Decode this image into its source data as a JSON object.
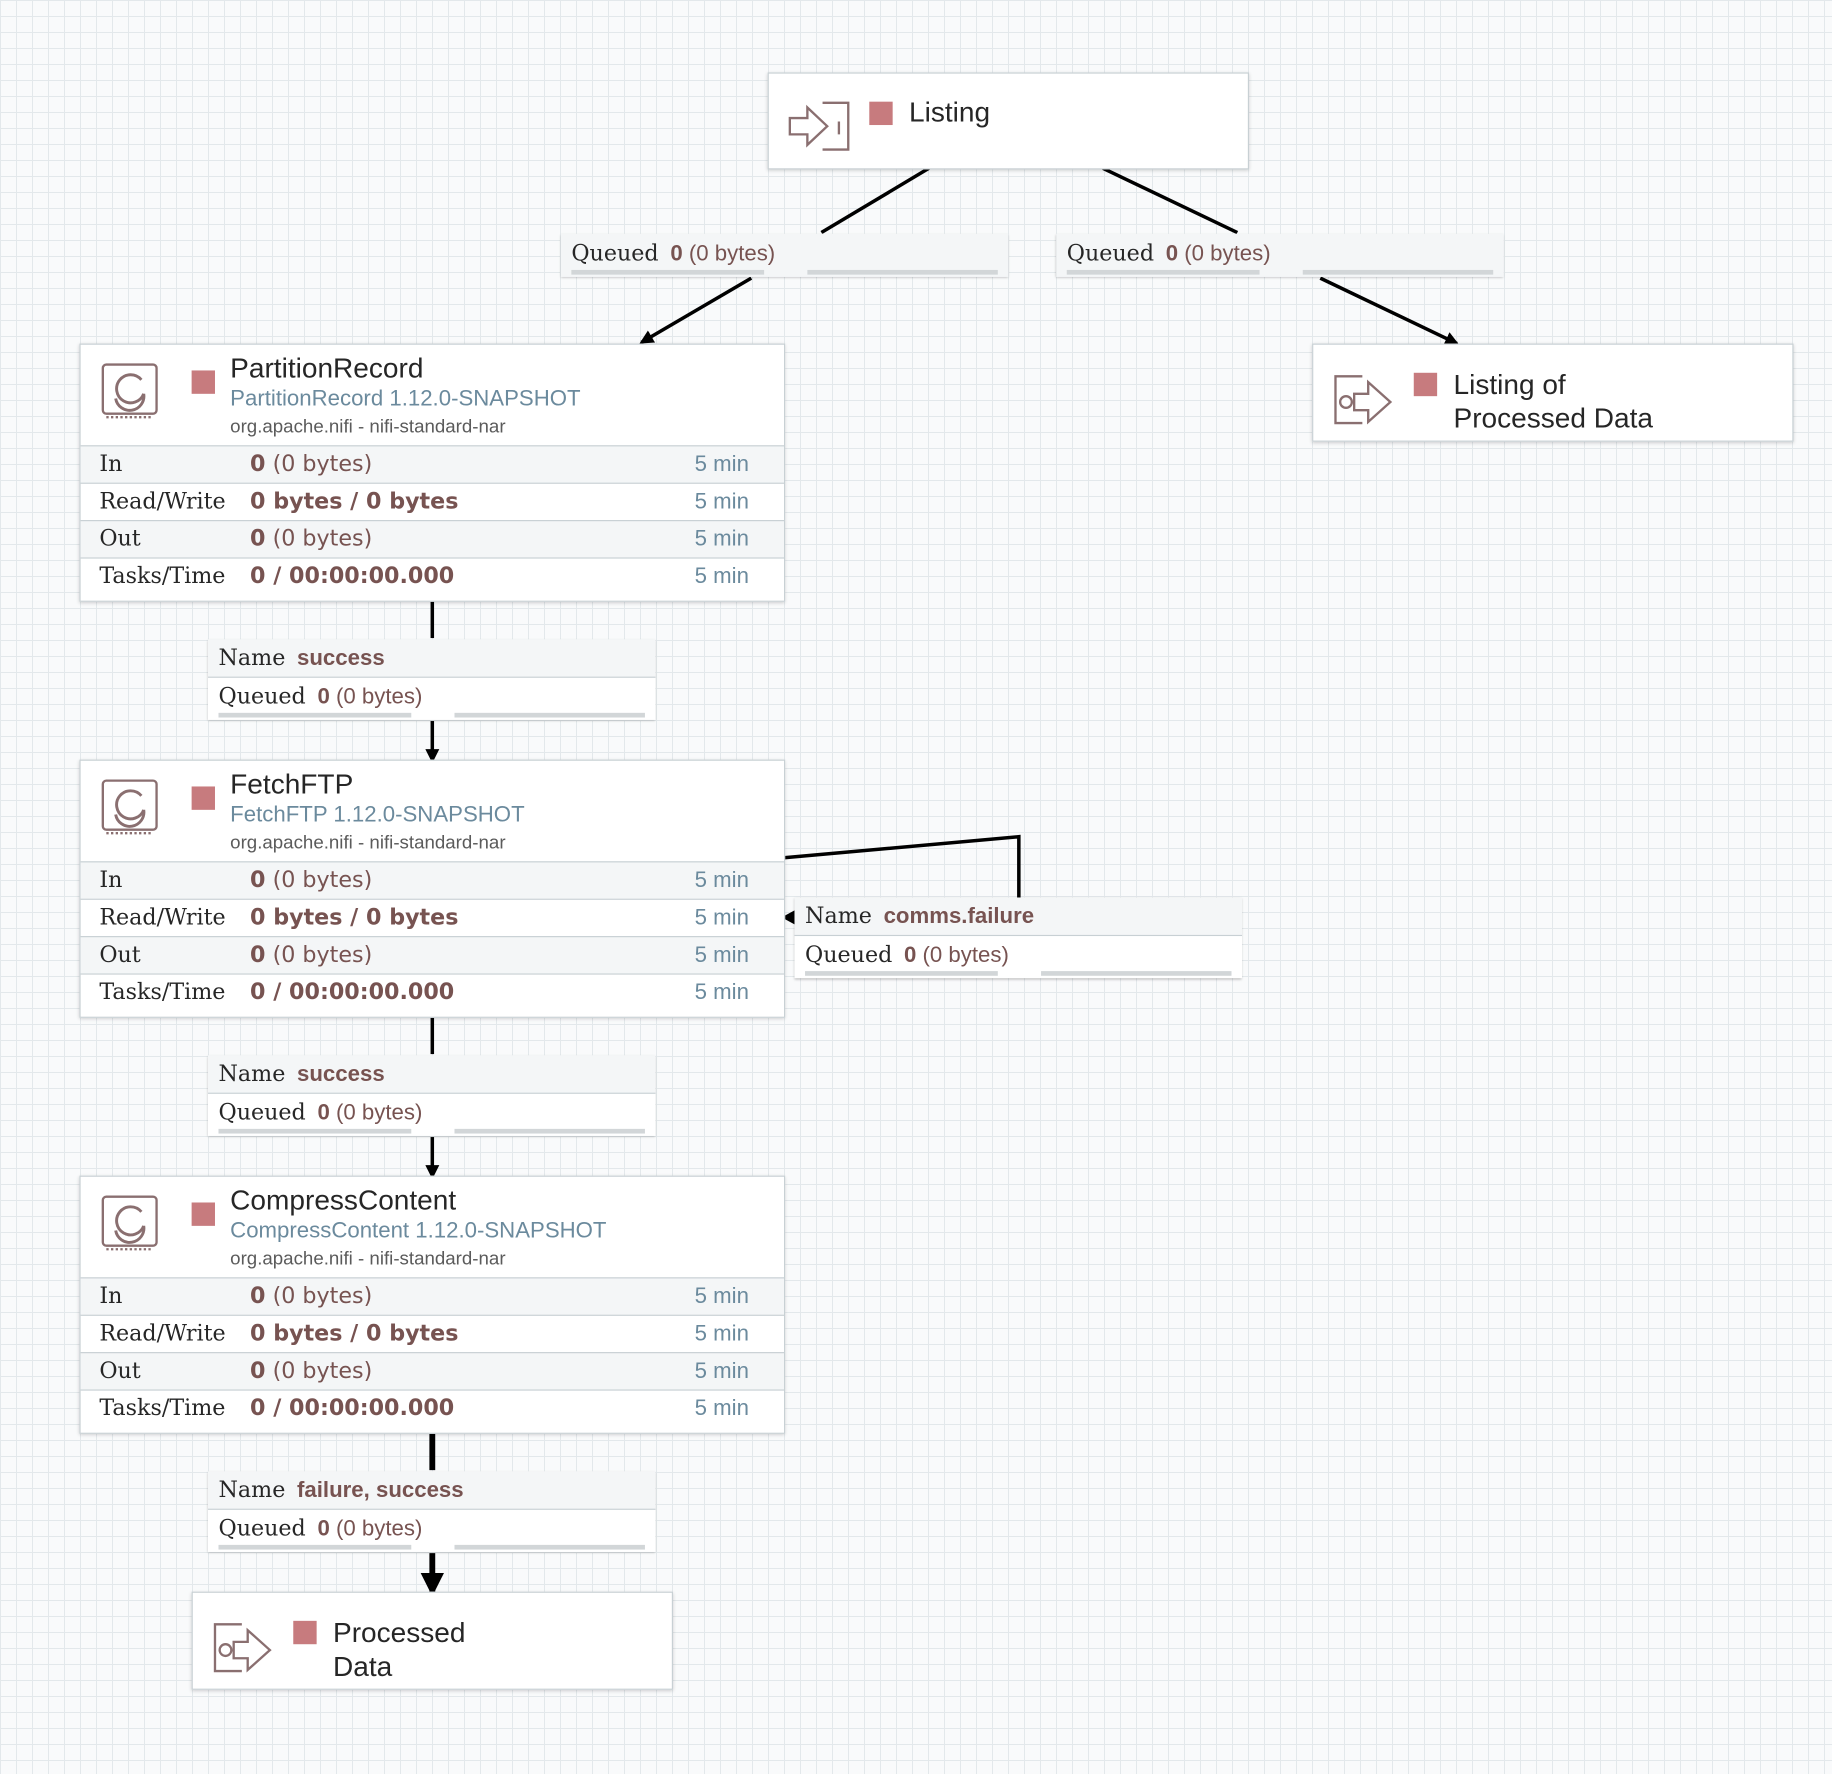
{
  "colors": {
    "stopped": "#c77b7e",
    "accent_text": "#775351",
    "type_text": "#6b8a9d",
    "connection": "#000000"
  },
  "ports": {
    "listing": {
      "name": "Listing",
      "icon": "input-port-icon",
      "status": "stopped-icon"
    },
    "listing_processed": {
      "name_line1": "Listing of",
      "name_line2": "Processed Data",
      "icon": "output-port-icon",
      "status": "stopped-icon"
    },
    "processed": {
      "name_line1": "Processed",
      "name_line2": "Data",
      "icon": "output-port-icon",
      "status": "stopped-icon"
    }
  },
  "stat_labels": {
    "in": "In",
    "rw": "Read/Write",
    "out": "Out",
    "tasks": "Tasks/Time"
  },
  "processors": [
    {
      "name": "PartitionRecord",
      "type": "PartitionRecord 1.12.0-SNAPSHOT",
      "bundle": "org.apache.nifi - nifi-standard-nar",
      "in_count": "0",
      "in_size": "(0 bytes)",
      "in_time": "5 min",
      "rw": "0 bytes / 0 bytes",
      "rw_time": "5 min",
      "out_count": "0",
      "out_size": "(0 bytes)",
      "out_time": "5 min",
      "tasks": "0 / 00:00:00.000",
      "tasks_time": "5 min"
    },
    {
      "name": "FetchFTP",
      "type": "FetchFTP 1.12.0-SNAPSHOT",
      "bundle": "org.apache.nifi - nifi-standard-nar",
      "in_count": "0",
      "in_size": "(0 bytes)",
      "in_time": "5 min",
      "rw": "0 bytes / 0 bytes",
      "rw_time": "5 min",
      "out_count": "0",
      "out_size": "(0 bytes)",
      "out_time": "5 min",
      "tasks": "0 / 00:00:00.000",
      "tasks_time": "5 min"
    },
    {
      "name": "CompressContent",
      "type": "CompressContent 1.12.0-SNAPSHOT",
      "bundle": "org.apache.nifi - nifi-standard-nar",
      "in_count": "0",
      "in_size": "(0 bytes)",
      "in_time": "5 min",
      "rw": "0 bytes / 0 bytes",
      "rw_time": "5 min",
      "out_count": "0",
      "out_size": "(0 bytes)",
      "out_time": "5 min",
      "tasks": "0 / 00:00:00.000",
      "tasks_time": "5 min"
    }
  ],
  "connection_keys": {
    "name": "Name",
    "queued": "Queued"
  },
  "connections": [
    {
      "queued_count": "0",
      "queued_size": "(0 bytes)"
    },
    {
      "queued_count": "0",
      "queued_size": "(0 bytes)"
    },
    {
      "name": "success",
      "queued_count": "0",
      "queued_size": "(0 bytes)"
    },
    {
      "name": "comms.failure",
      "queued_count": "0",
      "queued_size": "(0 bytes)"
    },
    {
      "name": "success",
      "queued_count": "0",
      "queued_size": "(0 bytes)"
    },
    {
      "name": "failure, success",
      "queued_count": "0",
      "queued_size": "(0 bytes)"
    }
  ]
}
